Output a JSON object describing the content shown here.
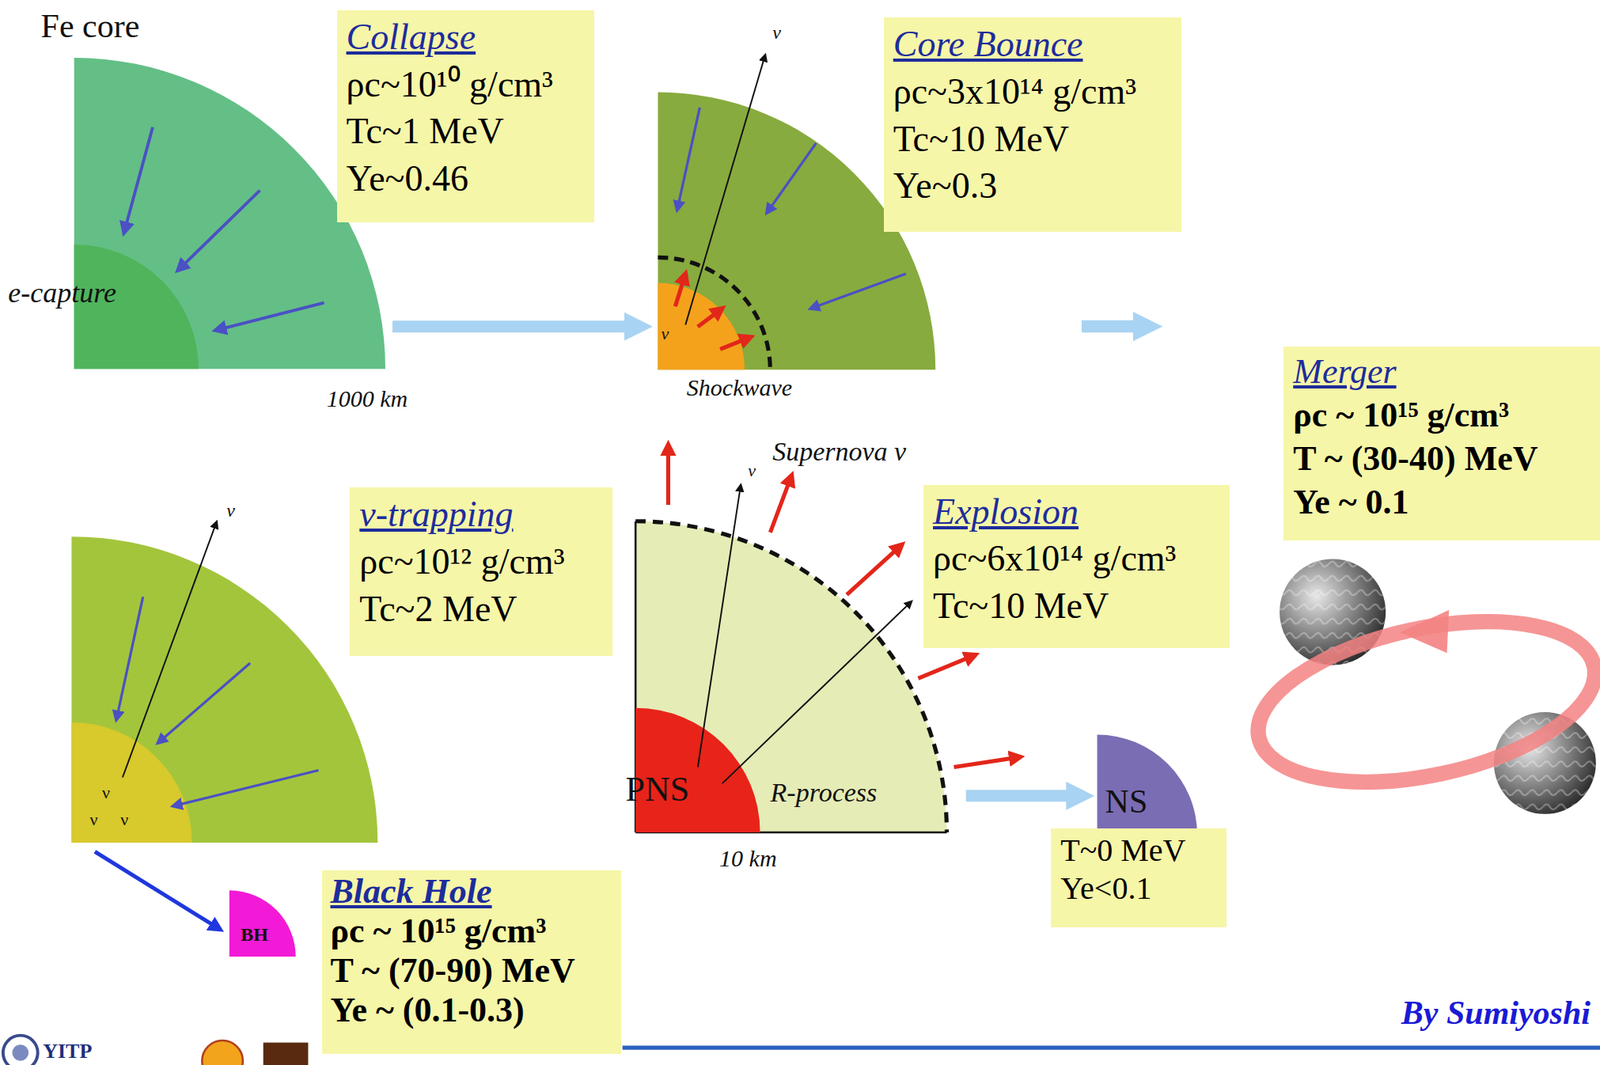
{
  "diagram": {
    "nodes": [
      {
        "text": [
          "Fe core",
          "e-capture",
          "1000 km"
        ]
      },
      {
        "text": [
          "Collapse",
          "ρc~10¹⁰ g/cm³",
          "Tc~1 MeV",
          "Ye~0.46"
        ]
      },
      {
        "text": [
          "Shockwave"
        ]
      },
      {
        "text": [
          "Core Bounce",
          "ρc~3x10¹⁴ g/cm³",
          "Tc~10 MeV",
          "Ye~0.3"
        ]
      },
      {
        "text": [
          "Merger",
          "ρc ~ 10¹⁵ g/cm³",
          "T ~ (30-40) MeV",
          "Ye ~ 0.1"
        ]
      },
      {
        "text": [
          "ν",
          "ν",
          "ν"
        ]
      },
      {
        "text": [
          "ν-trapping",
          "ρc~10¹² g/cm³",
          "Tc~2 MeV"
        ]
      },
      {
        "text": [
          "PNS",
          "R-process",
          "10 km"
        ]
      },
      {
        "text": [
          "Explosion",
          "ρc~6x10¹⁴ g/cm³",
          "Tc~10 MeV"
        ]
      },
      {
        "text": [
          "NS"
        ]
      },
      {
        "text": [
          "T~0 MeV",
          "Ye<0.1"
        ]
      },
      {
        "text": [
          "BH"
        ]
      },
      {
        "text": [
          "Black Hole",
          "ρc ~ 10¹⁵ g/cm³",
          "T ~ (70-90) MeV",
          "Ye ~ (0.1-0.3)"
        ]
      }
    ],
    "edges": [
      {
        "from": 0,
        "to": 2,
        "arrow": "to"
      },
      {
        "from": 5,
        "to": 11,
        "arrow": "to"
      },
      {
        "from": 7,
        "to": 9,
        "arrow": "to"
      }
    ],
    "labels": [
      "ν",
      "ν",
      "ν",
      "ν",
      "Supernova ν",
      "By Sumiyoshi",
      "YITP"
    ]
  }
}
